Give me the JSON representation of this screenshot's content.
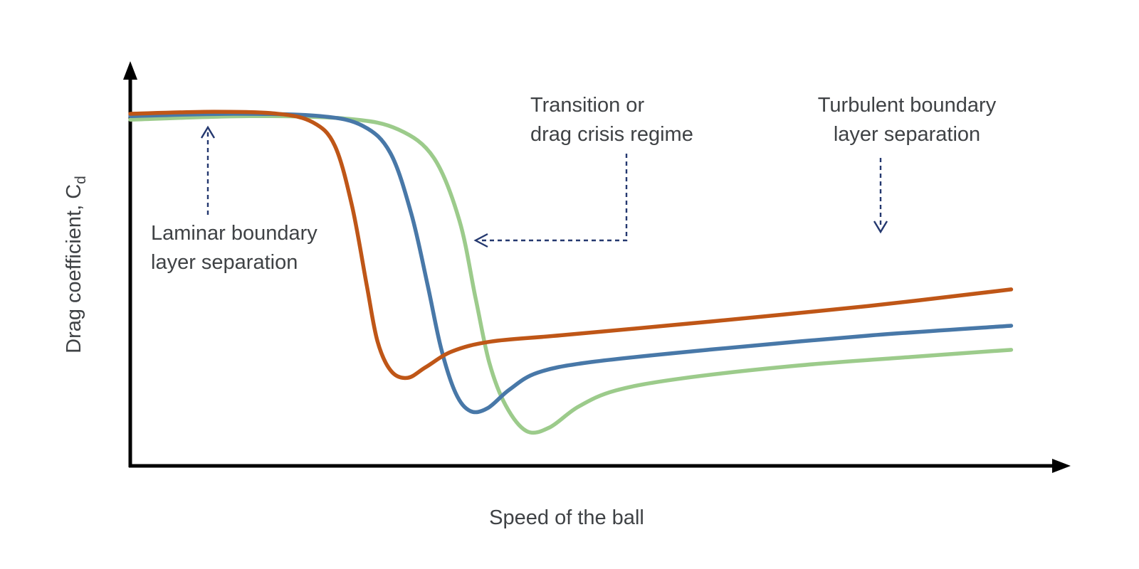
{
  "chart": {
    "x_axis_label": "Speed of the ball",
    "y_axis_label_prefix": "Drag coefficient, C",
    "y_axis_label_sub": "d",
    "annotations": {
      "laminar": {
        "line1": "Laminar boundary",
        "line2": "layer separation"
      },
      "transition": {
        "line1": "Transition or",
        "line2": "drag crisis regime"
      },
      "turbulent": {
        "line1": "Turbulent boundary",
        "line2": "layer separation"
      }
    },
    "colors": {
      "annotation_arrow": "#24386F",
      "text": "#3F4245",
      "axis": "#000000"
    }
  },
  "chart_data": {
    "type": "line",
    "title": "",
    "xlabel": "Speed of the ball",
    "ylabel": "Drag coefficient, Cd",
    "x_range": [
      0,
      1
    ],
    "y_range": [
      0,
      1
    ],
    "axes_numeric": false,
    "grid": false,
    "legend": false,
    "notes": "Schematic drag-crisis diagram; axes unlabeled numerically. y = relative drag coefficient, x = relative ball speed.",
    "annotations": [
      {
        "text": "Laminar boundary layer separation",
        "points_to": "flat high-Cd region at low speed"
      },
      {
        "text": "Transition or drag crisis regime",
        "points_to": "steep drop of the curves"
      },
      {
        "text": "Turbulent boundary layer separation",
        "points_to": "low-Cd region at high speed"
      }
    ],
    "series": [
      {
        "name": "green curve (latest transition)",
        "color": "#9CCB8B",
        "points": [
          [
            0.0,
            0.877
          ],
          [
            0.131,
            0.886
          ],
          [
            0.24,
            0.879
          ],
          [
            0.295,
            0.852
          ],
          [
            0.334,
            0.78
          ],
          [
            0.362,
            0.622
          ],
          [
            0.38,
            0.423
          ],
          [
            0.395,
            0.261
          ],
          [
            0.413,
            0.153
          ],
          [
            0.436,
            0.088
          ],
          [
            0.461,
            0.097
          ],
          [
            0.493,
            0.15
          ],
          [
            0.534,
            0.191
          ],
          [
            0.608,
            0.222
          ],
          [
            0.734,
            0.254
          ],
          [
            0.859,
            0.276
          ],
          [
            0.969,
            0.294
          ]
        ]
      },
      {
        "name": "blue curve (intermediate transition)",
        "color": "#4878A8",
        "points": [
          [
            0.0,
            0.886
          ],
          [
            0.115,
            0.892
          ],
          [
            0.209,
            0.886
          ],
          [
            0.256,
            0.861
          ],
          [
            0.286,
            0.793
          ],
          [
            0.309,
            0.64
          ],
          [
            0.327,
            0.459
          ],
          [
            0.342,
            0.297
          ],
          [
            0.358,
            0.184
          ],
          [
            0.374,
            0.139
          ],
          [
            0.393,
            0.146
          ],
          [
            0.417,
            0.193
          ],
          [
            0.448,
            0.236
          ],
          [
            0.507,
            0.263
          ],
          [
            0.64,
            0.295
          ],
          [
            0.812,
            0.33
          ],
          [
            0.969,
            0.355
          ]
        ]
      },
      {
        "name": "orange curve (earliest transition)",
        "color": "#BF5617",
        "points": [
          [
            0.0,
            0.892
          ],
          [
            0.092,
            0.897
          ],
          [
            0.162,
            0.892
          ],
          [
            0.201,
            0.87
          ],
          [
            0.225,
            0.811
          ],
          [
            0.244,
            0.658
          ],
          [
            0.26,
            0.459
          ],
          [
            0.272,
            0.315
          ],
          [
            0.287,
            0.24
          ],
          [
            0.305,
            0.223
          ],
          [
            0.325,
            0.25
          ],
          [
            0.354,
            0.29
          ],
          [
            0.397,
            0.315
          ],
          [
            0.475,
            0.331
          ],
          [
            0.64,
            0.366
          ],
          [
            0.812,
            0.405
          ],
          [
            0.969,
            0.447
          ]
        ]
      }
    ]
  }
}
